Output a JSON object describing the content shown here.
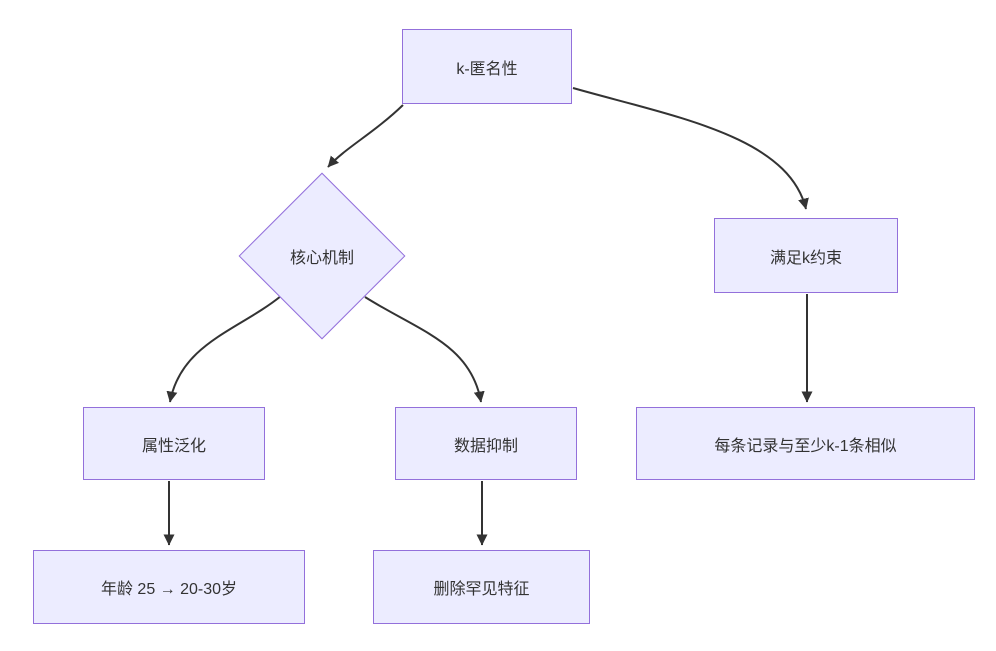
{
  "diagram": {
    "type": "flowchart",
    "direction": "top-down",
    "nodes": [
      {
        "id": "A",
        "shape": "rect",
        "label": "k-匿名性"
      },
      {
        "id": "B",
        "shape": "diamond",
        "label": "核心机制"
      },
      {
        "id": "C",
        "shape": "rect",
        "label": "满足k约束"
      },
      {
        "id": "D",
        "shape": "rect",
        "label": "属性泛化"
      },
      {
        "id": "E",
        "shape": "rect",
        "label": "数据抑制"
      },
      {
        "id": "F",
        "shape": "rect",
        "label": "每条记录与至少k-1条相似"
      },
      {
        "id": "G",
        "shape": "rect",
        "label": "年龄 25 → 20-30岁"
      },
      {
        "id": "H",
        "shape": "rect",
        "label": "删除罕见特征"
      }
    ],
    "edges": [
      {
        "from": "A",
        "to": "B",
        "style": "arrow"
      },
      {
        "from": "A",
        "to": "C",
        "style": "arrow"
      },
      {
        "from": "B",
        "to": "D",
        "style": "arrow"
      },
      {
        "from": "B",
        "to": "E",
        "style": "arrow"
      },
      {
        "from": "C",
        "to": "F",
        "style": "arrow"
      },
      {
        "from": "D",
        "to": "G",
        "style": "arrow"
      },
      {
        "from": "E",
        "to": "H",
        "style": "arrow"
      }
    ],
    "colors": {
      "node_fill": "#ECECFF",
      "node_border": "#9370DB",
      "edge": "#333333",
      "text": "#333333",
      "background": "#ffffff"
    }
  }
}
